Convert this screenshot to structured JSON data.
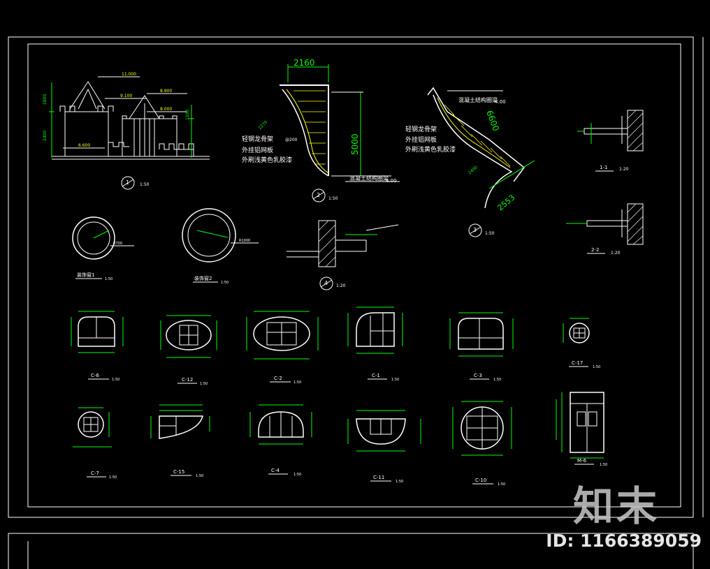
{
  "colors": {
    "frame": "#ffffff",
    "line": "#ffffff",
    "dim": "#00ff00",
    "hatch": "#ffff00",
    "text": "#ffffff"
  },
  "main_elevation": {
    "elev_11000": "11.000",
    "elev_9100": "9.100",
    "elev_8900": "8.900",
    "elev_8000": "8.000",
    "elev_6600": "6.600",
    "dim_2800": "2800",
    "dim_2400": "2400",
    "dim_1500": "1500",
    "tag": "1",
    "scale": "1:50"
  },
  "detail_2": {
    "dim_top": "2160",
    "dim_height": "5000",
    "elev_400": "4.00",
    "dim_2270": "2270",
    "note_1": "轻钢龙骨架",
    "note_1b": "@200",
    "note_2": "外挂铝网板",
    "note_3": "外刷浅黄色乳胶漆",
    "base_note": "混凝土结构圈梁",
    "tag": "2",
    "scale": "1:50"
  },
  "detail_3": {
    "top_note": "混凝土结构圈梁",
    "top_elev": "4.00",
    "dim_6600": "6600",
    "dim_2553": "2553",
    "dim_2400": "2400",
    "note_1": "轻钢龙骨架",
    "note_2": "外挂铝网板",
    "note_3": "外刷浅黄色乳胶漆",
    "tag": "3",
    "scale": "1:50"
  },
  "sections": [
    {
      "label": "1-1",
      "scale": "1:20"
    },
    {
      "label": "2-2",
      "scale": "1:20"
    }
  ],
  "round_windows": [
    {
      "label": "装饰窗1",
      "scale": "1:50",
      "dim": "R700"
    },
    {
      "label": "装饰窗2",
      "scale": "1:50",
      "dim": "R1000"
    }
  ],
  "detail_4": {
    "tag": "4",
    "scale": "1:20"
  },
  "windows_row1": [
    {
      "label": "C-6",
      "scale": "1:50"
    },
    {
      "label": "C-12",
      "scale": "1:50"
    },
    {
      "label": "C-2",
      "scale": "1:50"
    },
    {
      "label": "C-1",
      "scale": "1:50"
    },
    {
      "label": "C-3",
      "scale": "1:50"
    },
    {
      "label": "C-17",
      "scale": "1:50"
    }
  ],
  "windows_row2": [
    {
      "label": "C-7",
      "scale": "1:50"
    },
    {
      "label": "C-15",
      "scale": "1:50"
    },
    {
      "label": "C-4",
      "scale": "1:50"
    },
    {
      "label": "C-11",
      "scale": "1:50"
    },
    {
      "label": "C-10",
      "scale": "1:50"
    },
    {
      "label": "M-6",
      "scale": "1:50"
    }
  ],
  "watermark": {
    "logo": "知末",
    "id": "ID: 1166389059"
  }
}
